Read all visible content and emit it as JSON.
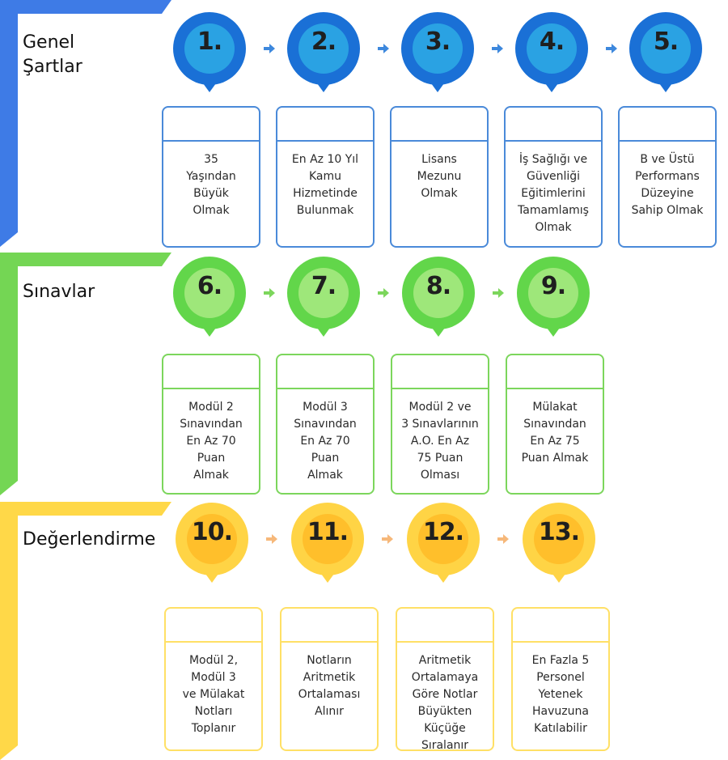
{
  "colors": {
    "blue": {
      "bracket": "#3e7be6",
      "outer": "#1a70d6",
      "inner": "#2aa2e3",
      "border": "#4a8ad9",
      "arrow": "#3d88dd"
    },
    "green": {
      "bracket": "#74d654",
      "outer": "#62d64a",
      "inner": "#9ee77a",
      "border": "#7cd65c",
      "arrow": "#7cd65c"
    },
    "yellow": {
      "bracket": "#ffd848",
      "outer": "#ffd445",
      "inner": "#ffbf2b",
      "border": "#ffe066",
      "arrow": "#f6b87a"
    }
  },
  "sections": [
    {
      "title": "Genel\nŞartlar",
      "theme": "blue",
      "steps": [
        {
          "number": "1.",
          "text": "35\nYaşından\nBüyük\nOlmak"
        },
        {
          "number": "2.",
          "text": "En Az 10 Yıl\nKamu\nHizmetinde\nBulunmak"
        },
        {
          "number": "3.",
          "text": "Lisans\nMezunu\nOlmak"
        },
        {
          "number": "4.",
          "text": "İş Sağlığı ve\nGüvenliği\nEğitimlerini\nTamamlamış\nOlmak"
        },
        {
          "number": "5.",
          "text": "B ve Üstü\nPerformans\nDüzeyine\nSahip Olmak"
        }
      ]
    },
    {
      "title": "Sınavlar",
      "theme": "green",
      "steps": [
        {
          "number": "6.",
          "text": "Modül 2\nSınavından\nEn Az 70\nPuan\nAlmak"
        },
        {
          "number": "7.",
          "text": "Modül 3\nSınavından\nEn Az 70\nPuan\nAlmak"
        },
        {
          "number": "8.",
          "text": "Modül 2 ve\n3 Sınavlarının\nA.O. En Az\n75 Puan\nOlması"
        },
        {
          "number": "9.",
          "text": "Mülakat\nSınavından\nEn Az 75\nPuan Almak"
        }
      ]
    },
    {
      "title": "Değerlendirme",
      "theme": "yellow",
      "steps": [
        {
          "number": "10.",
          "text": "Modül 2,\nModül 3\nve Mülakat\nNotları\nToplanır"
        },
        {
          "number": "11.",
          "text": "Notların\nAritmetik\nOrtalaması\nAlınır"
        },
        {
          "number": "12.",
          "text": "Aritmetik\nOrtalamaya\nGöre Notlar\nBüyükten\nKüçüğe\nSıralanır"
        },
        {
          "number": "13.",
          "text": "En Fazla 5\nPersonel\nYetenek\nHavuzuna\nKatılabilir"
        }
      ]
    }
  ]
}
